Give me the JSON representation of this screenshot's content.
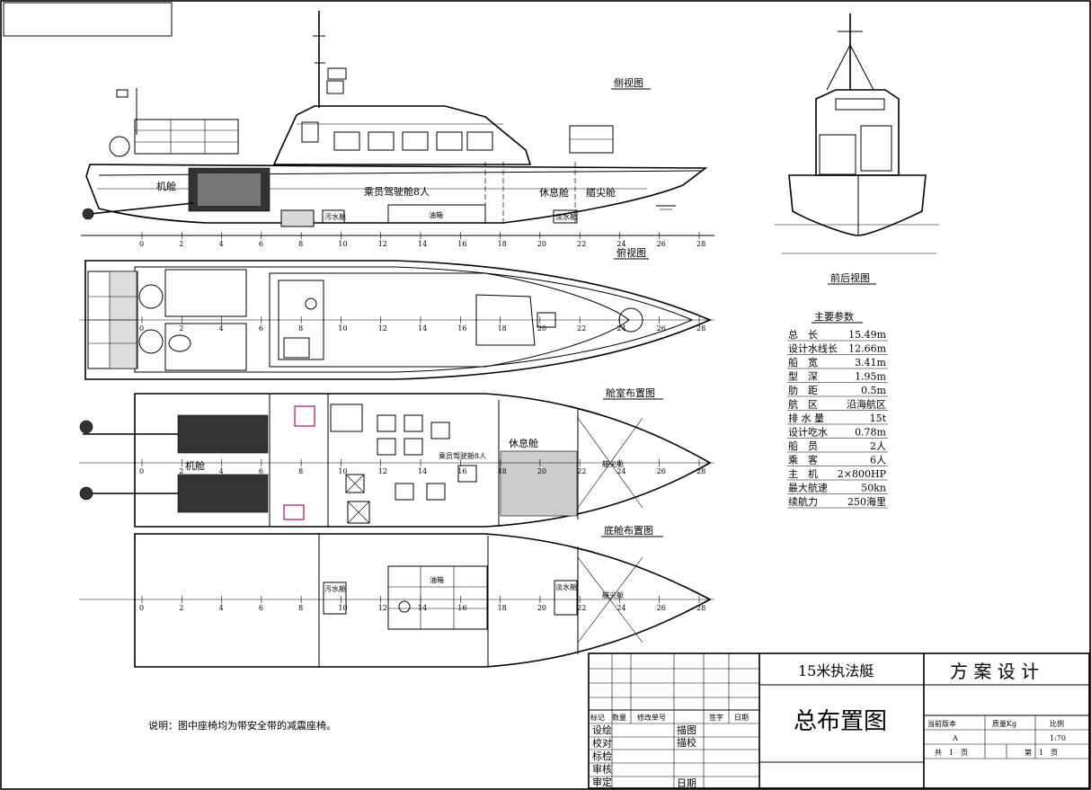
{
  "views": {
    "side": "侧视图",
    "top": "俯视图",
    "front_rear": "前后视图",
    "cabin_layout": "舱室布置图",
    "bottom_layout": "底舱布置图"
  },
  "compartments": {
    "engine_room": "机舱",
    "crew_cabin": "乘员驾驶舱8人",
    "rest_cabin": "休息舱",
    "bow_cabin": "艏尖舱",
    "sewage_tank": "污水舱",
    "fuel_tank": "油箱",
    "water_tank": "淡水舱"
  },
  "frame_ticks": [
    "0",
    "2",
    "4",
    "6",
    "8",
    "10",
    "12",
    "14",
    "16",
    "18",
    "20",
    "22",
    "24",
    "26",
    "28"
  ],
  "params": {
    "title": "主要参数",
    "rows": [
      {
        "label": "总　长",
        "value": "15.49m"
      },
      {
        "label": "设计水线长",
        "value": "12.66m"
      },
      {
        "label": "船　宽",
        "value": "3.41m"
      },
      {
        "label": "型　深",
        "value": "1.95m"
      },
      {
        "label": "肋　距",
        "value": "0.5m"
      },
      {
        "label": "航　区",
        "value": "沿海航区"
      },
      {
        "label": "排 水 量",
        "value": "15t"
      },
      {
        "label": "设计吃水",
        "value": "0.78m"
      },
      {
        "label": "船　员",
        "value": "2人"
      },
      {
        "label": "乘　客",
        "value": "6人"
      },
      {
        "label": "主　机",
        "value": "2×800HP"
      },
      {
        "label": "最大航速",
        "value": "50kn"
      },
      {
        "label": "续航力",
        "value": "250海里"
      }
    ]
  },
  "note": "说明：图中座椅均为带安全带的减震座椅。",
  "title_block": {
    "boat_name": "15米执法艇",
    "drawing_title": "总布置图",
    "stage": "方 案 设 计",
    "rev_headers": [
      "标记",
      "数量",
      "修改单号",
      "签字",
      "日期"
    ],
    "roles": [
      "设绘",
      "校对",
      "标检",
      "审核",
      "审定"
    ],
    "trace_labels": [
      "描图",
      "描校"
    ],
    "date_label": "日期",
    "version_label": "当前版本",
    "mass_label": "质量Kg",
    "scale_label": "比例",
    "version_value": "A",
    "scale_value": "1:70",
    "sheet_total": "共　1　页",
    "sheet_no": "第　1　页"
  }
}
